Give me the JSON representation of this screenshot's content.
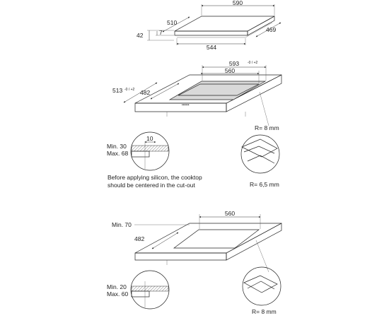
{
  "section1": {
    "width_top": "590",
    "depth_side": "510",
    "depth_right": "469",
    "width_bottom": "544",
    "height_total": "42",
    "height_glass": "7"
  },
  "section2": {
    "width_outer": "593",
    "width_outer_note": "-0 / +2",
    "width_cutout": "560",
    "depth_outer": "513",
    "depth_outer_note": "-0 / +2",
    "depth_cutout": "482",
    "radius_outer": "R= 8 mm",
    "radius_inner": "R= 6,5 mm",
    "edge_min": "Min. 30",
    "edge_max": "Max. 68",
    "edge_offset": "10",
    "note_line1": "Before applying silicon, the cooktop",
    "note_line2": "should be centered in the cut-out"
  },
  "section3": {
    "width_cutout": "560",
    "front_min": "Min. 70",
    "depth_cutout": "482",
    "edge_min": "Min. 20",
    "edge_max": "Max. 60",
    "radius": "R= 8 mm"
  }
}
